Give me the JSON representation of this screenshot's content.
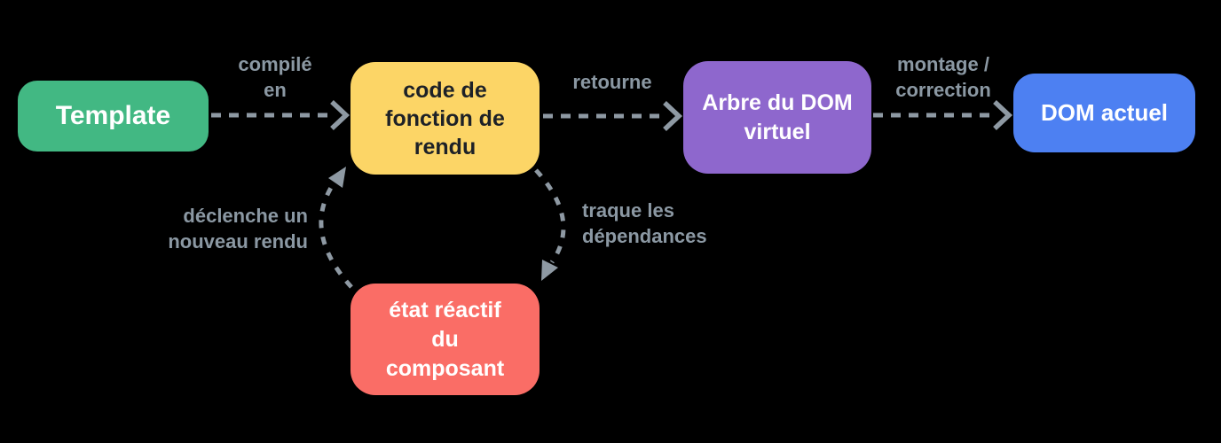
{
  "canvas": {
    "background": "#000000"
  },
  "colors": {
    "arrow": "#8e99a3",
    "label": "#8b98a3",
    "node_green": "#42b883",
    "node_yellow": "#fcd566",
    "node_purple": "#8e67cd",
    "node_blue": "#4d80f2",
    "node_red": "#fa6d66"
  },
  "nodes": [
    {
      "id": "template",
      "label": "Template",
      "lines": [
        "Template"
      ],
      "bg": "#42b883",
      "text_color": "#ffffff"
    },
    {
      "id": "render-function-code",
      "label": "code de fonction de rendu",
      "lines": [
        "code de",
        "fonction de",
        "rendu"
      ],
      "bg": "#fcd566",
      "text_color": "#1d2127"
    },
    {
      "id": "virtual-dom-tree",
      "label": "Arbre du DOM virtuel",
      "lines": [
        "Arbre du DOM",
        "virtuel"
      ],
      "bg": "#8e67cd",
      "text_color": "#ffffff"
    },
    {
      "id": "actual-dom",
      "label": "DOM actuel",
      "lines": [
        "DOM actuel"
      ],
      "bg": "#4d80f2",
      "text_color": "#ffffff"
    },
    {
      "id": "reactive-state",
      "label": "état réactif du composant",
      "lines": [
        "état réactif",
        "du",
        "composant"
      ],
      "bg": "#fa6d66",
      "text_color": "#ffffff"
    }
  ],
  "edges": [
    {
      "from": "template",
      "to": "render-function-code",
      "label": "compilé en",
      "label_lines": [
        "compilé",
        "en"
      ]
    },
    {
      "from": "render-function-code",
      "to": "virtual-dom-tree",
      "label": "retourne",
      "label_lines": [
        "retourne"
      ]
    },
    {
      "from": "virtual-dom-tree",
      "to": "actual-dom",
      "label": "montage / correction",
      "label_lines": [
        "montage /",
        "correction"
      ]
    },
    {
      "from": "render-function-code",
      "to": "reactive-state",
      "label": "traque les dépendances",
      "label_lines": [
        "traque les",
        "dépendances"
      ]
    },
    {
      "from": "reactive-state",
      "to": "render-function-code",
      "label": "déclenche un nouveau rendu",
      "label_lines": [
        "déclenche un",
        "nouveau rendu"
      ]
    }
  ]
}
